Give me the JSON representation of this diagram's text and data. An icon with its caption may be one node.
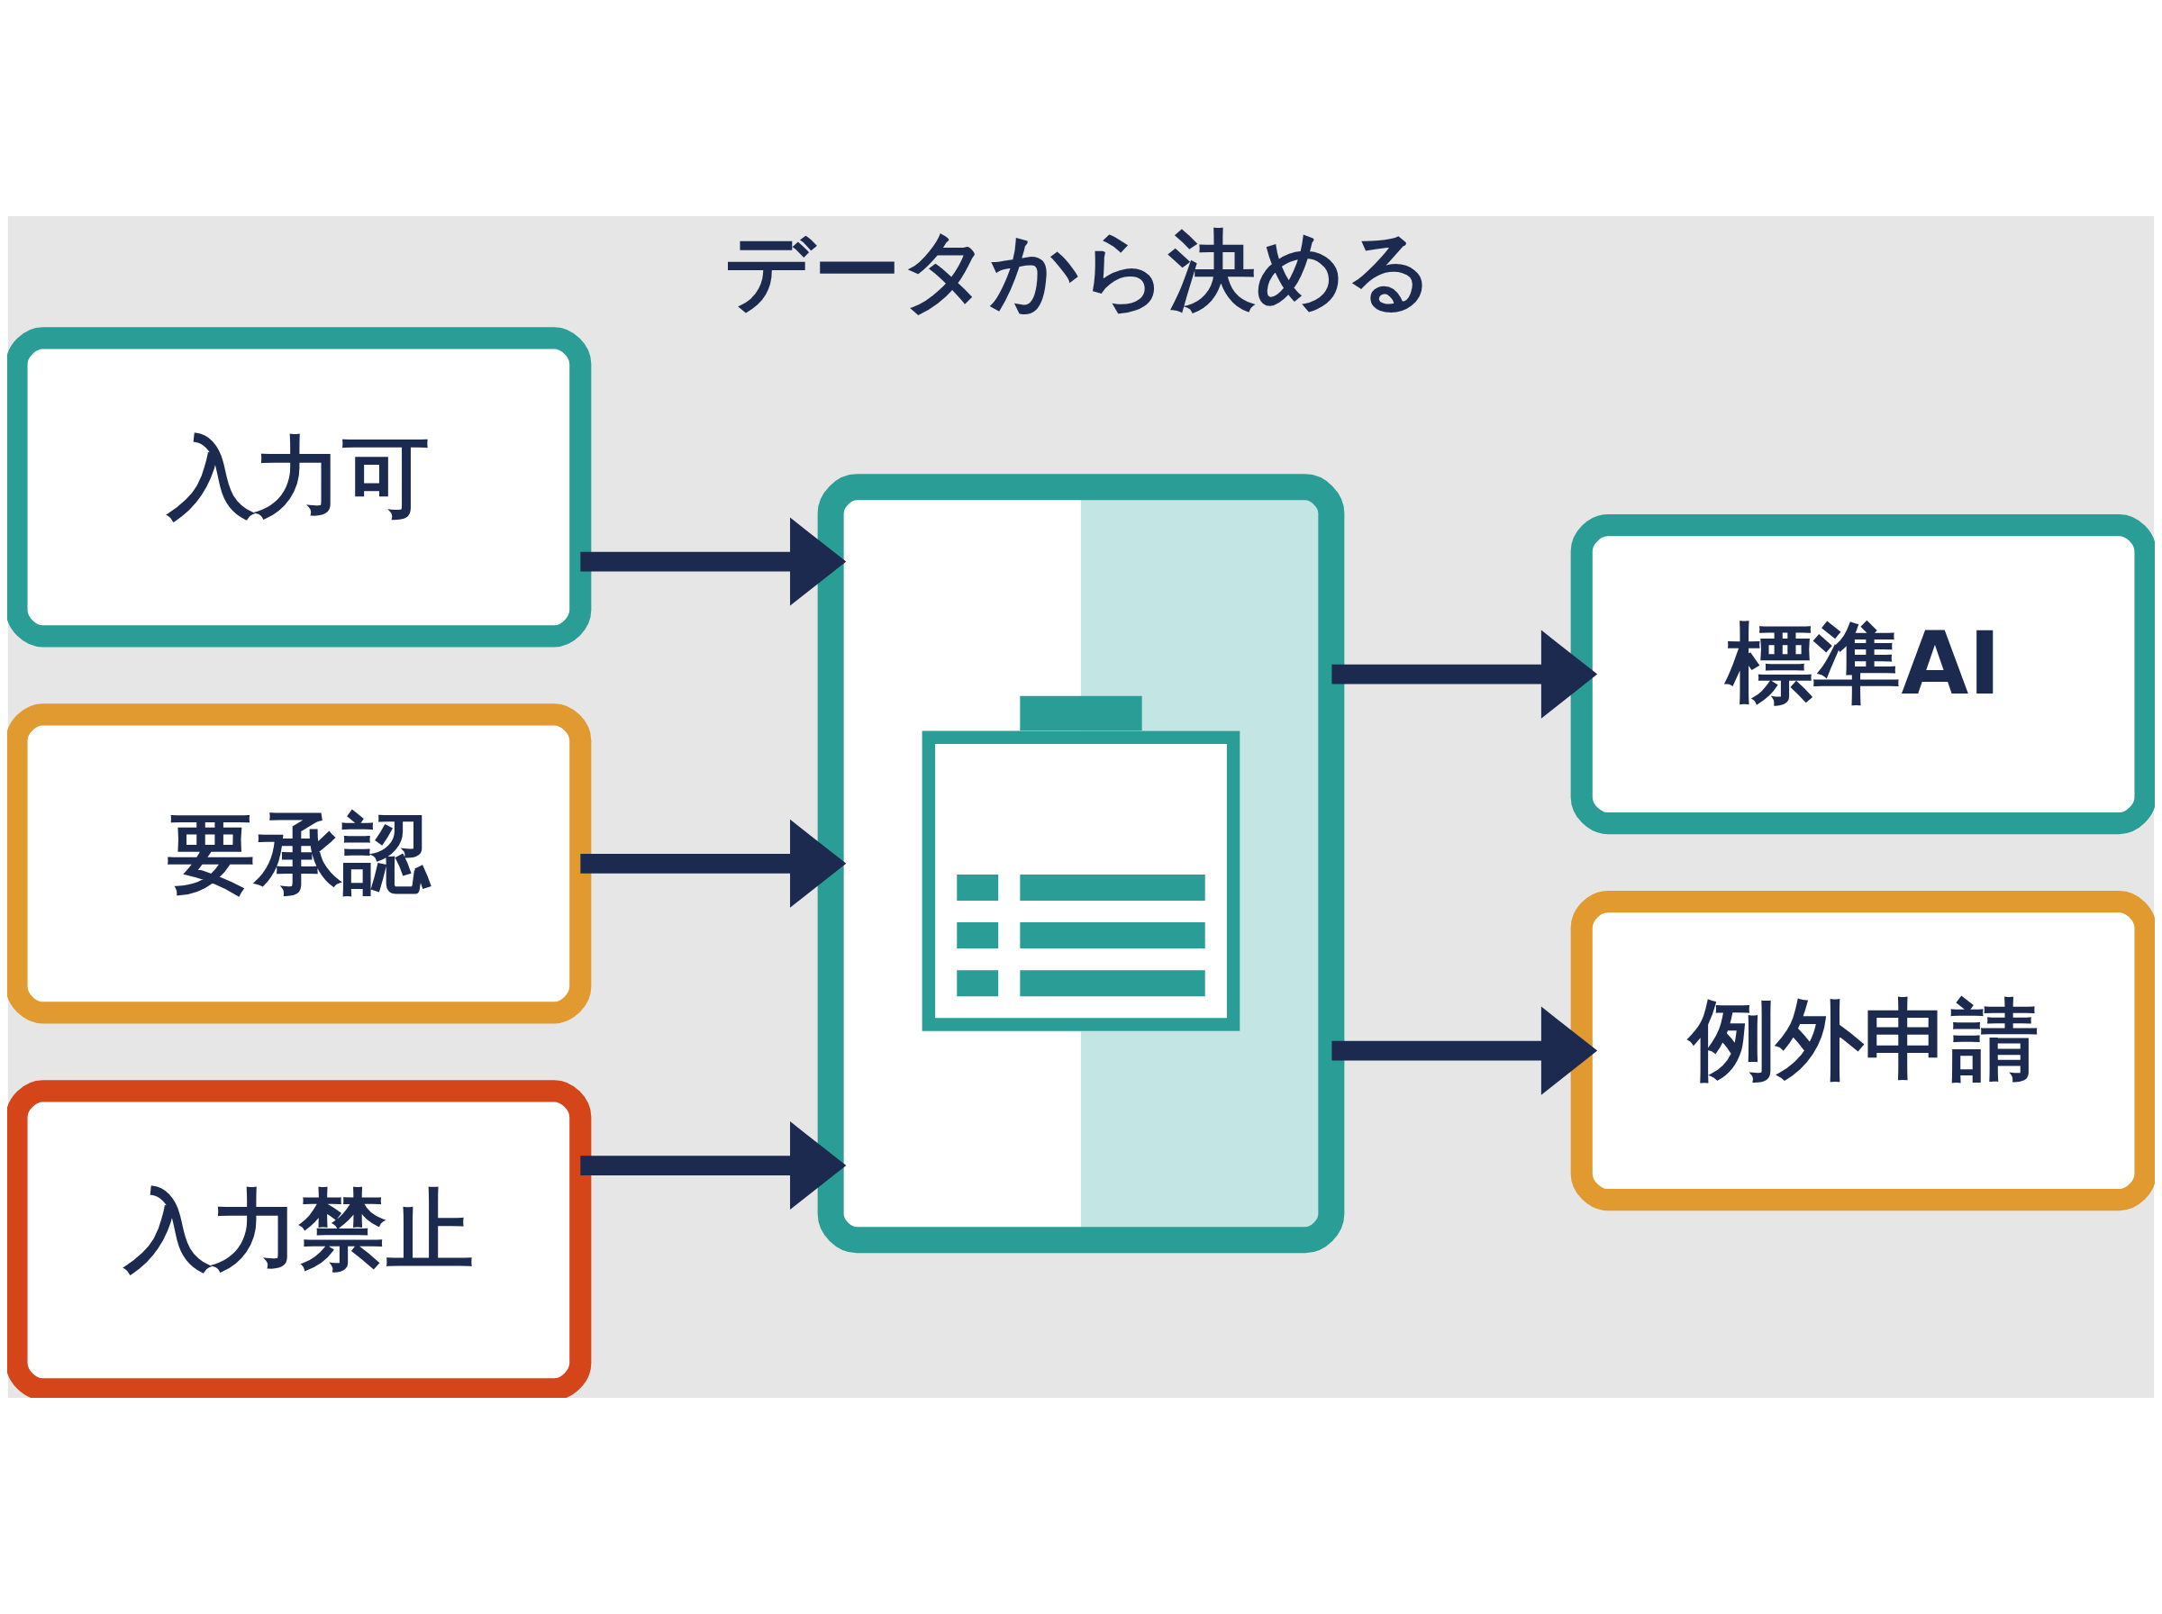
{
  "diagram": {
    "title": "データから決める",
    "nodes": [
      {
        "text": [
          "入力可"
        ]
      },
      {
        "text": [
          "要承認"
        ]
      },
      {
        "text": [
          "入力禁止"
        ]
      },
      {
        "text": [],
        "shape": "picture"
      },
      {
        "text": [
          "標準AI"
        ]
      },
      {
        "text": [
          "例外申請"
        ]
      }
    ],
    "edges": [
      {
        "from": 0,
        "to": 3,
        "arrow": "to"
      },
      {
        "from": 1,
        "to": 3,
        "arrow": "to"
      },
      {
        "from": 2,
        "to": 3,
        "arrow": "to"
      },
      {
        "from": 3,
        "to": 4,
        "arrow": "to"
      },
      {
        "from": 3,
        "to": 5,
        "arrow": "to"
      }
    ]
  }
}
